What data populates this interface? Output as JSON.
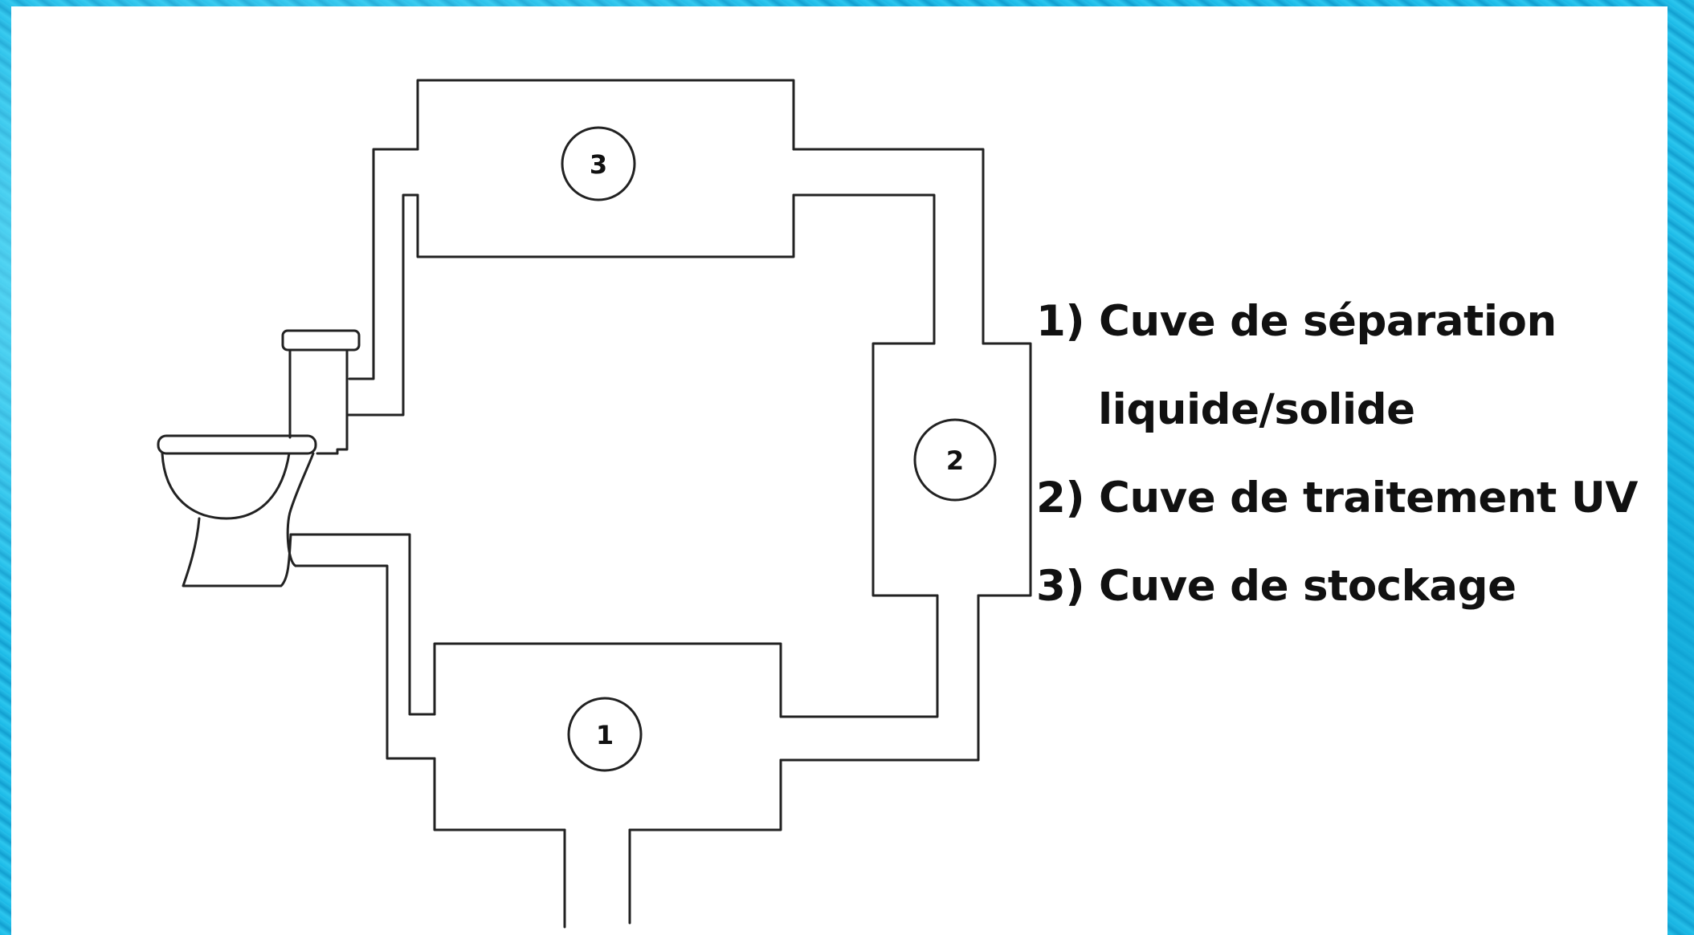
{
  "colors": {
    "background": "#1ab8e6",
    "panel": "#ffffff",
    "line": "#222222",
    "text": "#111111"
  },
  "icons": [
    "toilet-icon"
  ],
  "tank_labels": {
    "tank_1": "1",
    "tank_2": "2",
    "tank_3": "3"
  },
  "legend": {
    "item1_line1": "1)  Cuve de séparation",
    "item1_line2": "liquide/solide",
    "item2": "2) Cuve de traitement UV",
    "item3": "3) Cuve de stockage"
  }
}
